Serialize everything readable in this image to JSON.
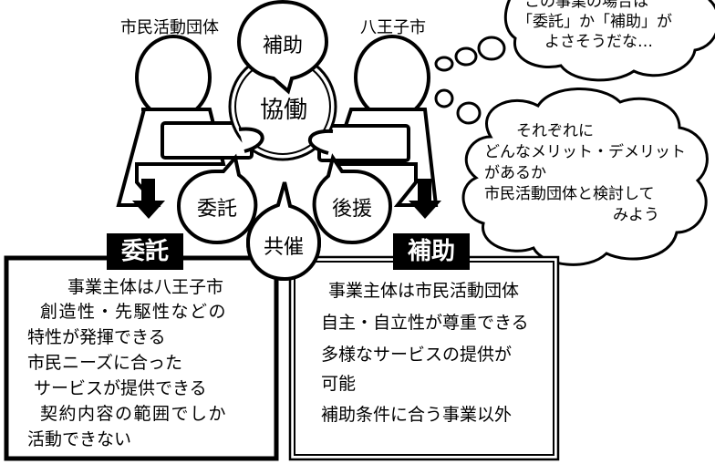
{
  "parties": {
    "left": "市民活動団体",
    "right": "八王子市"
  },
  "bubbles": {
    "top": "補助",
    "center": "協働",
    "left": "委託",
    "right": "後援",
    "bottom": "共催"
  },
  "thoughts": {
    "top": [
      "この事業の場合は",
      "「委託」か「補助」が",
      "よさそうだな…"
    ],
    "bottom": [
      "それぞれに",
      "どんなメリット・デメリット",
      "があるか",
      "市民活動団体と検討して",
      "みよう"
    ]
  },
  "panels": {
    "left": {
      "tag": "委託",
      "lines": [
        "事業主体は八王子市",
        "創造性・先駆性などの",
        "特性が発揮できる",
        "市民ニーズに合った",
        "サービスが提供できる",
        "契約内容の範囲でしか",
        "活動できない"
      ]
    },
    "right": {
      "tag": "補助",
      "lines": [
        "事業主体は市民活動団体",
        "自主・自立性が尊重できる",
        "多様なサービスの提供が",
        "可能",
        "補助条件に合う事業以外"
      ]
    }
  }
}
